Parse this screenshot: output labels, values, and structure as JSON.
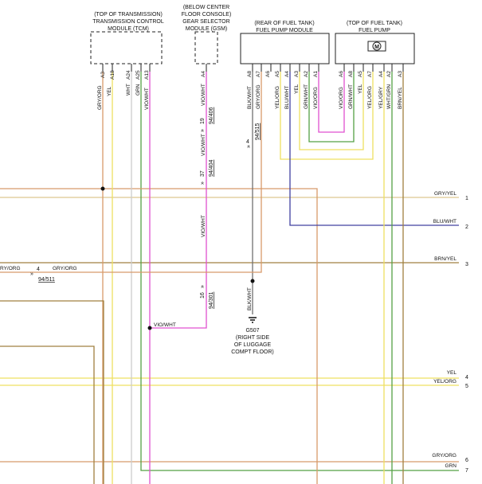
{
  "modules": {
    "tcm": {
      "title_lines": [
        "(TOP OF TRANSMISSION)",
        "TRANSMISSION CONTROL",
        "MODULE (TCM)"
      ],
      "pins": [
        "A3",
        "A18",
        "A24",
        "A25",
        "A13"
      ]
    },
    "gsm": {
      "title_lines": [
        "(BELOW CENTER",
        "FLOOR CONSOLE)",
        "GEAR SELECTOR",
        "MODULE (GSM)"
      ],
      "pins": [
        "A4"
      ]
    },
    "fpm": {
      "title_lines": [
        "(REAR OF FUEL TANK)",
        "FUEL PUMP MODULE"
      ],
      "pins": [
        "A8",
        "A7",
        "A6",
        "A5",
        "A4",
        "A3",
        "A2",
        "A1"
      ]
    },
    "fp": {
      "title_lines": [
        "(TOP OF FUEL TANK)",
        "FUEL PUMP"
      ],
      "pins": [
        "A6",
        "A8",
        "A5",
        "A7",
        "A4",
        "A2",
        "A3"
      ],
      "motor_symbol": "M"
    }
  },
  "wire_labels": {
    "tcm": [
      "GRY/ORG",
      "YEL",
      "WHT",
      "GRN",
      "VIO/WHT"
    ],
    "gsm_top": "VIO/WHT",
    "gsm_mid": "VIO/WHT",
    "gsm_low": "VIO/WHT",
    "fpm": [
      "BLK/WHT",
      "GRY/ORG",
      "YEL/ORG",
      "BLU/WHT",
      "YEL",
      "GRN/WHT",
      "VIO/ORG"
    ],
    "fp": [
      "VIO/ORG",
      "GRN/WHT",
      "YEL",
      "YEL/ORG",
      "YEL/GRY",
      "WHT/GRN",
      "BRN/YEL"
    ],
    "blk_lower": "BLK/WHT",
    "left_gry": "GRY/ORG",
    "left_gry_edge": "RY/ORG",
    "vio_junction": "VIO/WHT"
  },
  "connectors": {
    "c19": {
      "pin": "19",
      "ref": "94/406"
    },
    "c37": {
      "pin": "37",
      "ref": "94/404"
    },
    "c16": {
      "pin": "16",
      "ref": "94/301"
    },
    "c4_fpm": {
      "pin": "4",
      "ref": "94/515"
    },
    "c4_left": {
      "pin": "4",
      "ref": "94/511"
    }
  },
  "ground": {
    "name": "G507",
    "location_lines": [
      "(RIGHT SIDE",
      "OF LUGGAGE",
      "COMPT FLOOR)"
    ]
  },
  "right_edge": [
    {
      "label": "GRY/YEL",
      "num": "1"
    },
    {
      "label": "BLU/WHT",
      "num": "2"
    },
    {
      "label": "BRN/YEL",
      "num": "3"
    },
    {
      "label": "YEL",
      "num": "4"
    },
    {
      "label": "YEL/ORG",
      "num": "5"
    },
    {
      "label": "GRY/ORG",
      "num": "6"
    },
    {
      "label": "GRN",
      "num": "7"
    }
  ],
  "colors": {
    "gry_org": "#d89a6a",
    "yel": "#efe060",
    "wht": "#cccccc",
    "grn": "#55a045",
    "vio": "#e050d0",
    "blk": "#707070",
    "blu": "#4040a0",
    "brn": "#a08040",
    "gry_yel": "#ddc890",
    "ink": "#222222"
  }
}
